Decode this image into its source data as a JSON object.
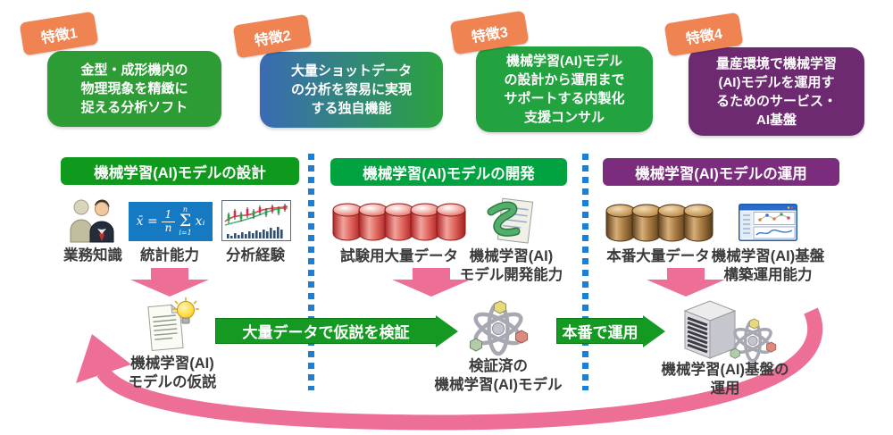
{
  "features": [
    {
      "tag": "特徴1",
      "text": "金型・成形機内の\n物理現象を精緻に\n捉える分析ソフト"
    },
    {
      "tag": "特徴2",
      "text": "大量ショットデータ\nの分析を容易に実現\nする独自機能"
    },
    {
      "tag": "特徴3",
      "text": "機械学習(AI)モデル\nの設計から運用まで\nサポートする内製化\n支援コンサル"
    },
    {
      "tag": "特徴4",
      "text": "量産環境で機械学習\n(AI)モデルを運用す\nるためのサービス・\nAI基盤"
    }
  ],
  "phases": [
    {
      "header": "機械学習(AI)モデルの設計"
    },
    {
      "header": "機械学習(AI)モデルの開発"
    },
    {
      "header": "機械学習(AI)モデルの運用"
    }
  ],
  "resources": {
    "design": [
      {
        "label": "業務知識",
        "icon": "people-icon"
      },
      {
        "label": "統計能力",
        "icon": "formula-icon"
      },
      {
        "label": "分析経験",
        "icon": "stock-chart-icon"
      }
    ],
    "develop": [
      {
        "label": "試験用大量データ",
        "icon": "database-red-icon"
      },
      {
        "label": "機械学習(AI)\nモデル開発能力",
        "icon": "script-icon"
      }
    ],
    "operate": [
      {
        "label": "本番大量データ",
        "icon": "database-brown-icon"
      },
      {
        "label": "機械学習(AI)基盤\n構築運用能力",
        "icon": "app-window-icon"
      }
    ]
  },
  "outputs": {
    "design": "機械学習(AI)\nモデルの仮説",
    "develop": "検証済の\n機械学習(AI)モデル",
    "operate": "機械学習(AI)基盤の\n運用"
  },
  "flow": {
    "arrow1": "大量データで仮説を検証",
    "arrow2": "本番で運用"
  },
  "formula": {
    "lhs": "x̄ =",
    "num": "1",
    "den": "n",
    "sum": "Σ",
    "upper": "n",
    "lower": "i=1",
    "rhs": "xᵢ"
  },
  "colors": {
    "tag_orange": "#EF8352",
    "feature_green": "#2E9C35",
    "feature_green_bright": "#22A340",
    "feature_blue": "#3A6BB4",
    "feature_purple": "#6D2A70",
    "header_green_design": "#0F9A1E",
    "header_green_develop": "#00A33F",
    "header_purple": "#7B2C7D",
    "dotted_blue": "#1D7ED2",
    "pink": "#ED6F96",
    "flow_green": "#149A22",
    "formula_blue": "#157AC2"
  }
}
